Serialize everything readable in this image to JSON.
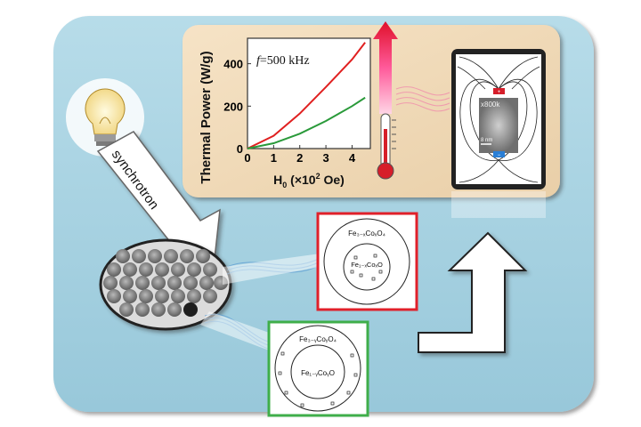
{
  "graph": {
    "ylabel": "Thermal Power (W/g)",
    "xlabel_main": "H",
    "xlabel_sub": "0",
    "xlabel_rest": " (×10",
    "xlabel_sup": "2",
    "xlabel_unit": " Oe)",
    "frequency_italic": "f",
    "frequency_rest": "=500 kHz",
    "x_ticks": [
      "0",
      "1",
      "2",
      "3",
      "4"
    ],
    "y_ticks": [
      "0",
      "200",
      "400"
    ]
  },
  "chart_data": {
    "type": "line",
    "x": [
      0,
      1,
      2,
      3,
      4,
      4.5
    ],
    "series": [
      {
        "color": "#e02020",
        "values": [
          0,
          60,
          165,
          290,
          420,
          500
        ]
      },
      {
        "color": "#2a9a3a",
        "values": [
          0,
          25,
          70,
          130,
          200,
          240
        ]
      }
    ],
    "xlim": [
      0,
      4.7
    ],
    "ylim": [
      0,
      520
    ],
    "ylabel": "Thermal Power (W/g)",
    "xlabel": "H0 (×10^2 Oe)"
  },
  "lightbulb": {
    "beam_label": "synchrotron"
  },
  "tem": {
    "scale": "x800k",
    "scalebar": "8 nm"
  },
  "red_box": {
    "outer": "Fe₃₋ₓCoₓO₄",
    "inner": "Fe₁₋ₓCoₓO"
  },
  "green_box": {
    "outer": "Fe₃₋ᵧCoᵧO₄",
    "inner": "Fe₁₋ᵧCoᵧO"
  },
  "colors": {
    "panel": "#a9d5e3",
    "red_box": "#e0202a",
    "green_box": "#3fae4a",
    "graph_bg": "#f1d9b8"
  }
}
